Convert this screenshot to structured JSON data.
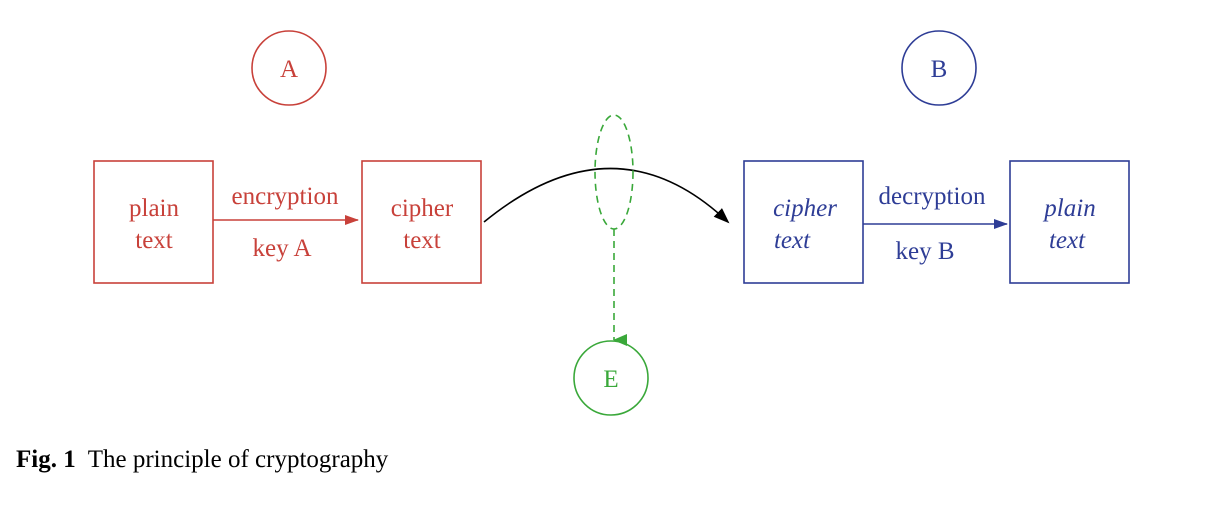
{
  "colors": {
    "sender": "#c8413a",
    "receiver": "#2e3d96",
    "eavesdropper": "#3aa83a",
    "channel": "#000000"
  },
  "diagram": {
    "nodes": {
      "a": "A",
      "b": "B",
      "e": "E"
    },
    "sender": {
      "plain_text": [
        "plain",
        "text"
      ],
      "cipher_text": [
        "cipher",
        "text"
      ],
      "arrow_top": "encryption",
      "arrow_bottom": "key A"
    },
    "receiver": {
      "cipher_text": [
        "cipher",
        "text"
      ],
      "plain_text": [
        "plain",
        "text"
      ],
      "arrow_top": "decryption",
      "arrow_bottom": "key B"
    }
  },
  "caption": {
    "label": "Fig. 1",
    "text": "The principle of cryptography"
  }
}
